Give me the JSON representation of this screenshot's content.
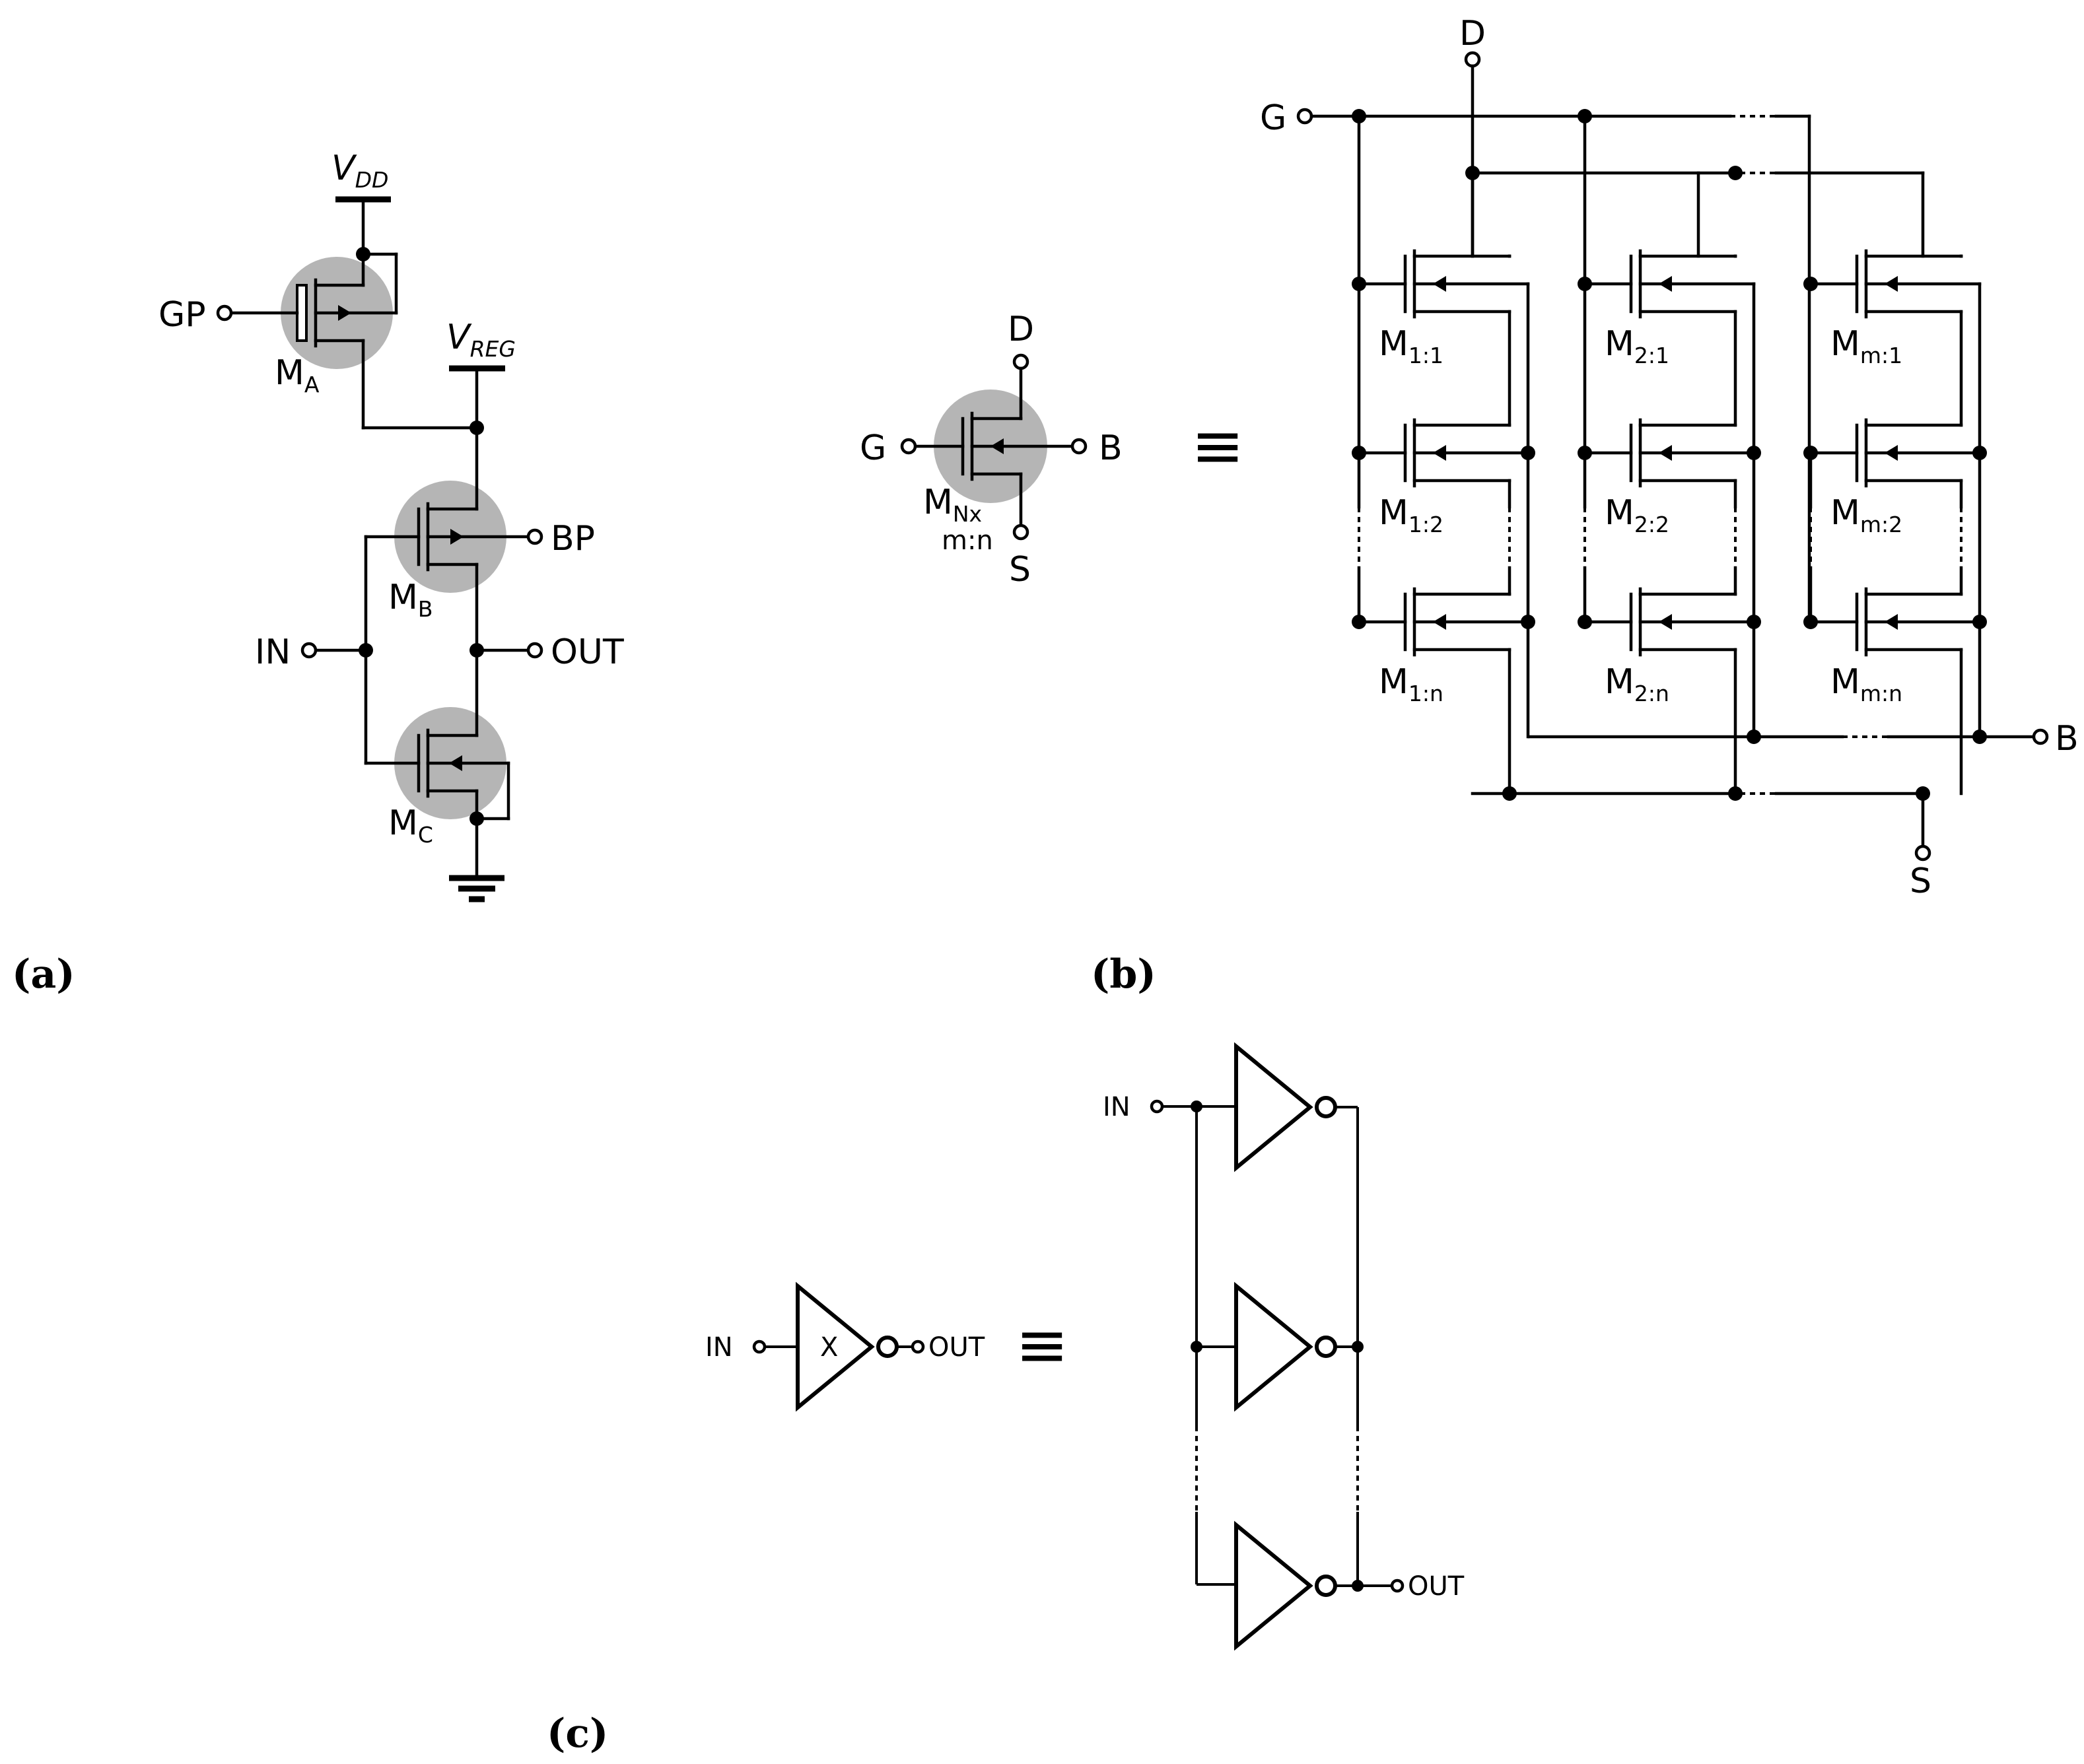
{
  "panel_a": {
    "caption": "(a)",
    "vdd": {
      "main": "V",
      "sub": "DD"
    },
    "vreg": {
      "main": "V",
      "sub": "REG"
    },
    "gp": "GP",
    "bp": "BP",
    "in": "IN",
    "out": "OUT",
    "ma": {
      "main": "M",
      "sub": "A"
    },
    "mb": {
      "main": "M",
      "sub": "B"
    },
    "mc": {
      "main": "M",
      "sub": "C"
    }
  },
  "panel_b": {
    "caption": "(b)",
    "sym": {
      "d": "D",
      "g": "G",
      "b": "B",
      "s": "S",
      "m_main": "M",
      "m_sub": "Nx",
      "mn": "m:n"
    },
    "equiv": "≡",
    "arr": {
      "d": "D",
      "g": "G",
      "b": "B",
      "s": "S"
    },
    "transistors": [
      {
        "sub": "1:1"
      },
      {
        "sub": "1:2"
      },
      {
        "sub": "1:n"
      },
      {
        "sub": "2:1"
      },
      {
        "sub": "2:2"
      },
      {
        "sub": "2:n"
      },
      {
        "sub": "m:1"
      },
      {
        "sub": "m:2"
      },
      {
        "sub": "m:n"
      }
    ],
    "m_letter": "M"
  },
  "panel_c": {
    "caption": "(c)",
    "sym": {
      "in": "IN",
      "out": "OUT",
      "x": "X"
    },
    "equiv": "≡",
    "arr": {
      "in": "IN",
      "out": "OUT"
    }
  }
}
